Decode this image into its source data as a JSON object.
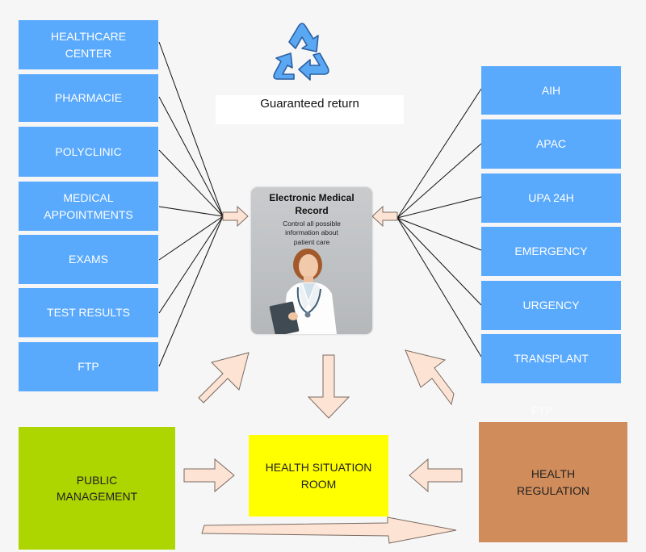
{
  "left_boxes": [
    {
      "label": "HEALTHCARE\nCENTER"
    },
    {
      "label": "PHARMACIE"
    },
    {
      "label": "POLYCLINIC"
    },
    {
      "label": "MEDICAL\nAPPOINTMENTS"
    },
    {
      "label": "EXAMS"
    },
    {
      "label": "TEST RESULTS"
    },
    {
      "label": "FTP"
    }
  ],
  "right_boxes": [
    {
      "label": "AIH"
    },
    {
      "label": "APAC"
    },
    {
      "label": "UPA 24H"
    },
    {
      "label": "EMERGENCY"
    },
    {
      "label": "URGENCY"
    },
    {
      "label": "TRANSPLANT"
    }
  ],
  "cycle": {
    "label": "Guaranteed return"
  },
  "record_card": {
    "title": "Electronic Medical\nRecord",
    "subtitle": "Control all possible\ninformation about\npatient care"
  },
  "bottom": {
    "public_management": "PUBLIC\nMANAGEMENT",
    "situation_room": "HEALTH SITUATION\nROOM",
    "health_regulation": "HEALTH\nREGULATION",
    "ghost_label": "FTP"
  },
  "colors": {
    "box_blue": "#59a9fd",
    "public_management": "#add500",
    "situation_room": "#ffff00",
    "health_regulation": "#d18c5b",
    "arrow_fill": "#fde3d3",
    "recycle": "#5aa8f4"
  }
}
